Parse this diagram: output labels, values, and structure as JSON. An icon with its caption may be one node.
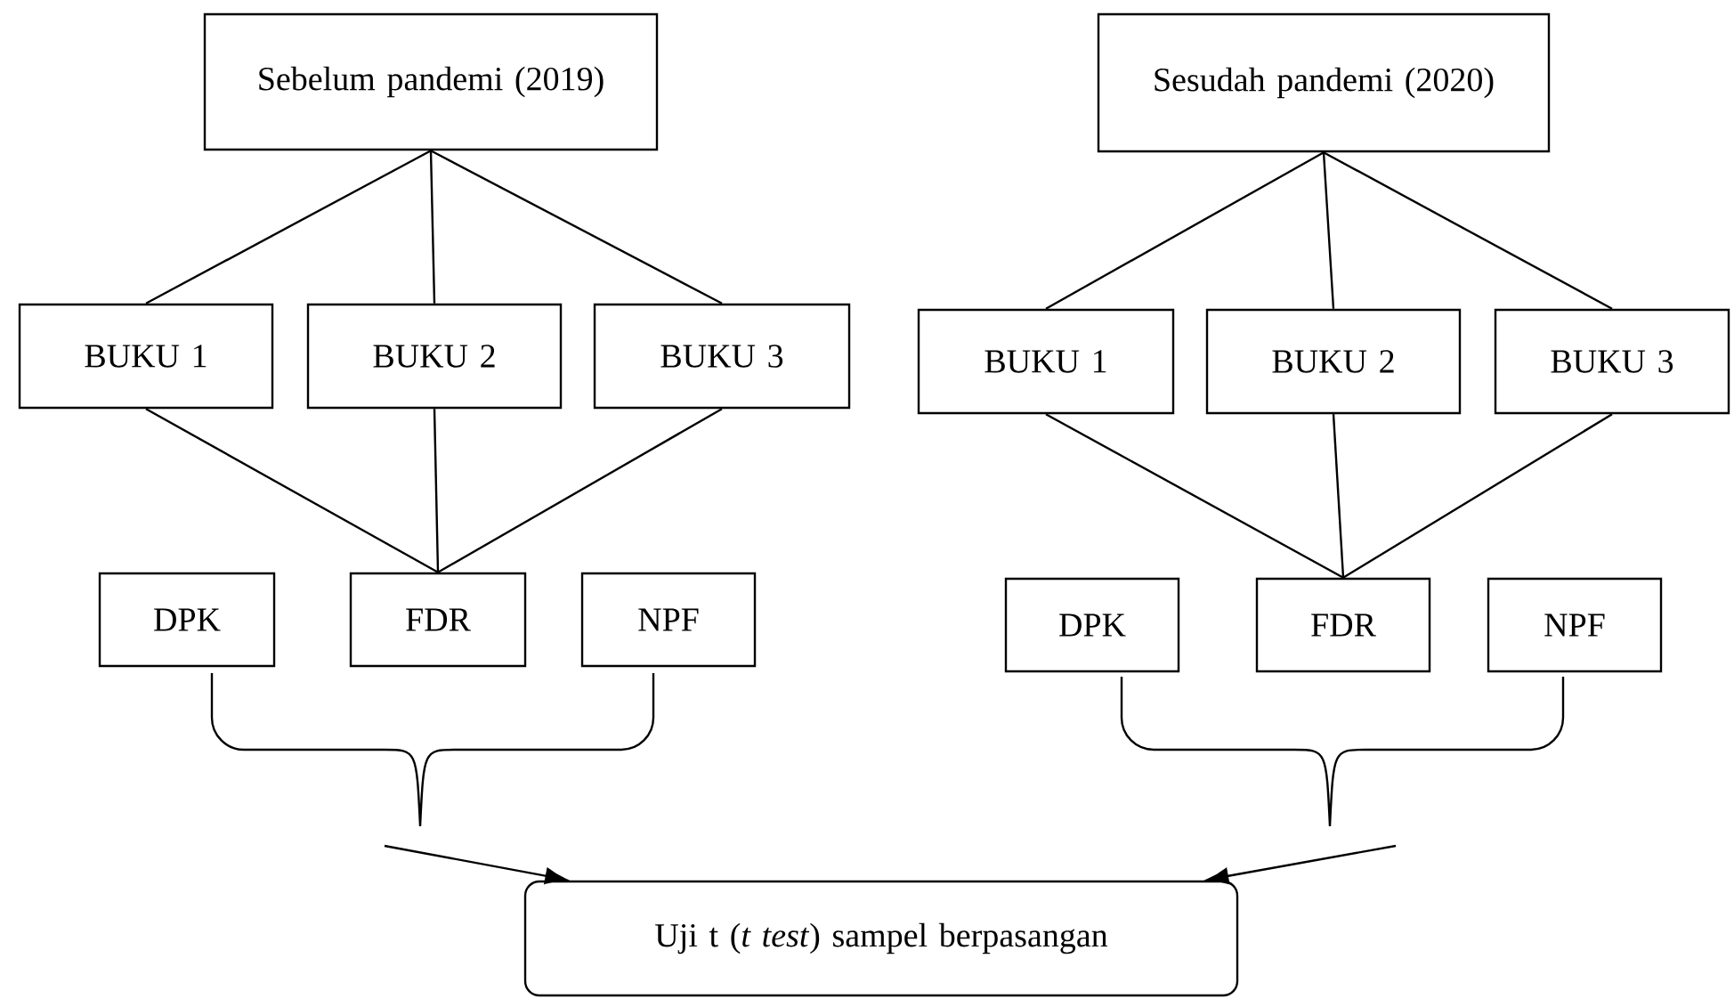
{
  "diagram": {
    "nodes": [
      {
        "text": [
          "Sebelum pandemi (2019)"
        ]
      },
      {
        "text": [
          "BUKU 1"
        ]
      },
      {
        "text": [
          "BUKU 2"
        ]
      },
      {
        "text": [
          "BUKU 3"
        ]
      },
      {
        "text": [
          "DPK"
        ]
      },
      {
        "text": [
          "FDR"
        ]
      },
      {
        "text": [
          "NPF"
        ]
      },
      {
        "text": [
          "Sesudah pandemi (2020)"
        ]
      },
      {
        "text": [
          "BUKU 1"
        ]
      },
      {
        "text": [
          "BUKU 2"
        ]
      },
      {
        "text": [
          "BUKU 3"
        ]
      },
      {
        "text": [
          "DPK"
        ]
      },
      {
        "text": [
          "FDR"
        ]
      },
      {
        "text": [
          "NPF"
        ]
      },
      {
        "text": [
          "Uji t (*t test*) sampel berpasangan"
        ]
      }
    ],
    "edges": [
      {
        "from": 0,
        "to": 1,
        "arrow": "none"
      },
      {
        "from": 0,
        "to": 2,
        "arrow": "none"
      },
      {
        "from": 0,
        "to": 3,
        "arrow": "none"
      },
      {
        "from": 1,
        "to": 5,
        "arrow": "none"
      },
      {
        "from": 2,
        "to": 5,
        "arrow": "none"
      },
      {
        "from": 3,
        "to": 5,
        "arrow": "none"
      },
      {
        "from": 7,
        "to": 8,
        "arrow": "none"
      },
      {
        "from": 7,
        "to": 9,
        "arrow": "none"
      },
      {
        "from": 7,
        "to": 10,
        "arrow": "none"
      },
      {
        "from": 8,
        "to": 12,
        "arrow": "none"
      },
      {
        "from": 9,
        "to": 12,
        "arrow": "none"
      },
      {
        "from": 10,
        "to": 12,
        "arrow": "none"
      },
      {
        "from": null,
        "to": 14,
        "arrow": "to"
      },
      {
        "from": null,
        "to": 14,
        "arrow": "to"
      }
    ]
  }
}
